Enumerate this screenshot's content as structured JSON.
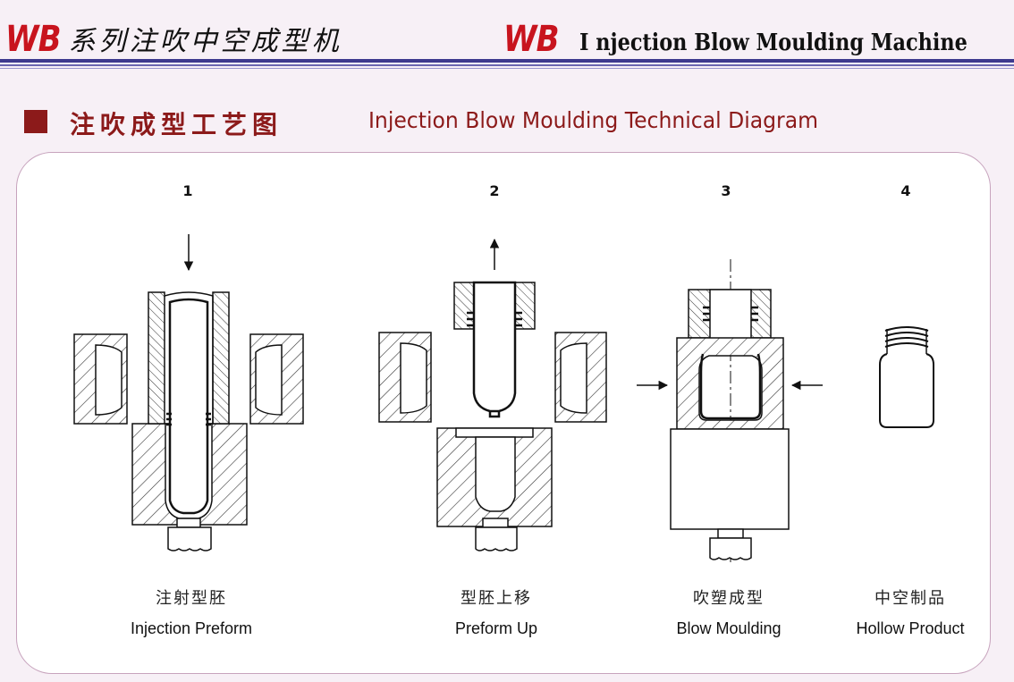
{
  "header": {
    "brand_left": "WB",
    "title_cn": "系列注吹中空成型机",
    "brand_right": "WB",
    "title_en": "I njection Blow Moulding Machine"
  },
  "section": {
    "title_cn": "注吹成型工艺图",
    "title_en": "Injection Blow Moulding Technical Diagram"
  },
  "steps": [
    {
      "number": "1",
      "caption_cn": "注射型胚",
      "caption_en": "Injection Preform"
    },
    {
      "number": "2",
      "caption_cn": "型胚上移",
      "caption_en": "Preform Up"
    },
    {
      "number": "3",
      "caption_cn": "吹塑成型",
      "caption_en": "Blow Moulding"
    },
    {
      "number": "4",
      "caption_cn": "中空制品",
      "caption_en": "Hollow Product"
    }
  ],
  "colors": {
    "accent_red": "#c8141e",
    "section_maroon": "#8c1a1a",
    "rule_navy": "#3e3a8e",
    "panel_border": "#c7a3bd",
    "background": "#f7f0f6"
  }
}
